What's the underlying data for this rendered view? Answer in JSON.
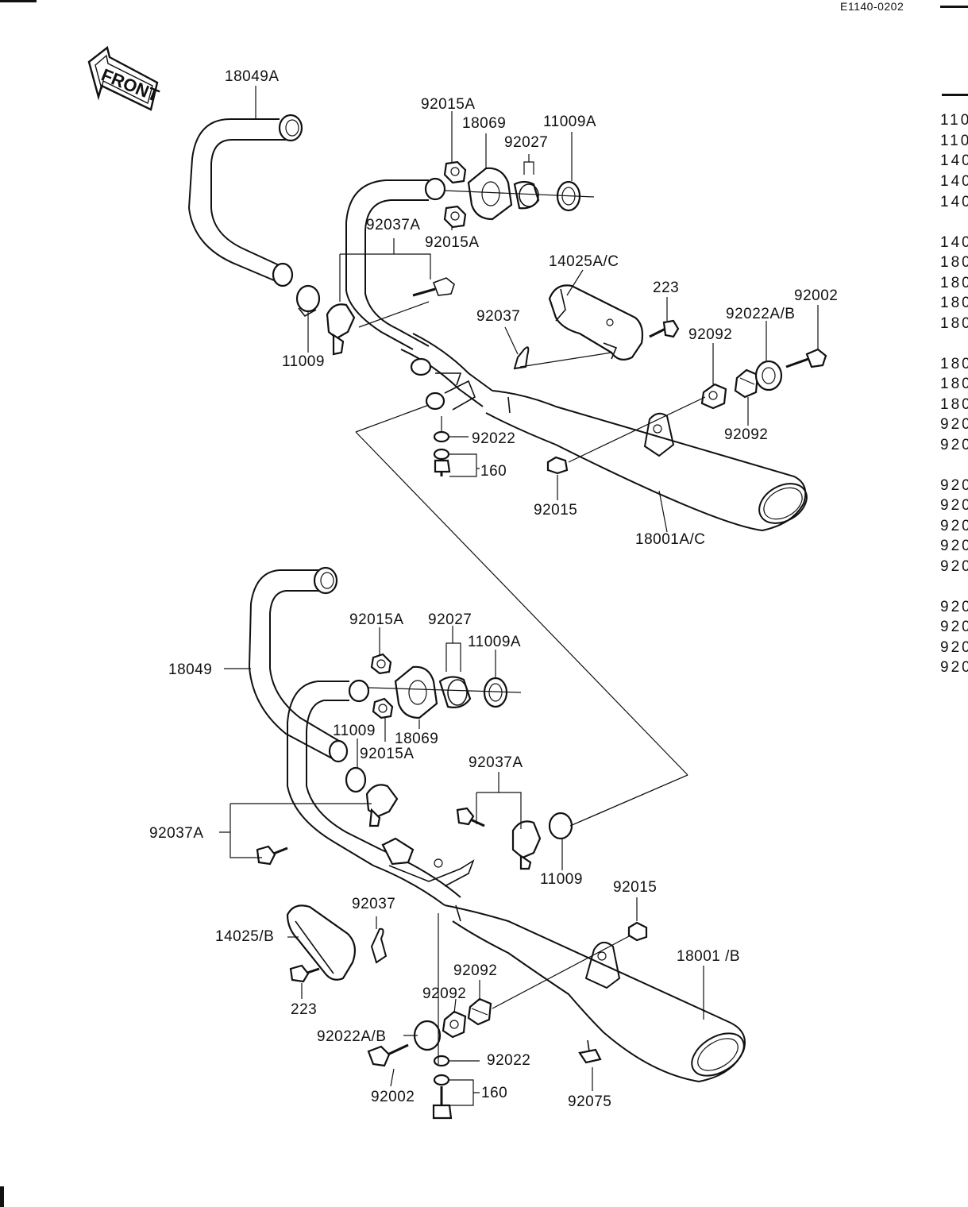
{
  "header": {
    "code": "E1140-0202"
  },
  "front_label": "FRONT",
  "callouts": {
    "top": {
      "c18049A": "18049A",
      "c92015A_1": "92015A",
      "c18069": "18069",
      "c11009A": "11009A",
      "c92027": "92027",
      "c92037A": "92037A",
      "c92015A_2": "92015A",
      "c14025AC": "14025A/C",
      "c223": "223",
      "c92002": "92002",
      "c92037": "92037",
      "c92022AB": "92022A/B",
      "c92092_1": "92092",
      "c11009": "11009",
      "c92092_2": "92092",
      "c92022": "92022",
      "c160": "160",
      "c92015": "92015",
      "c18001AC": "18001A/C"
    },
    "bottom": {
      "c18049": "18049",
      "c92015A_1": "92015A",
      "c92027": "92027",
      "c11009A": "11009A",
      "c11009_1": "11009",
      "c92015A_2": "92015A",
      "c18069": "18069",
      "c92037A_1": "92037A",
      "c92037A_2": "92037A",
      "c11009_2": "11009",
      "c92015": "92015",
      "c92037": "92037",
      "c14025B": "14025/B",
      "c18001B": "18001 /B",
      "c92092_1": "92092",
      "c92092_2": "92092",
      "c223": "223",
      "c92022AB": "92022A/B",
      "c92022": "92022",
      "c92002": "92002",
      "c160": "160",
      "c92075": "92075"
    }
  },
  "side_list": [
    "110",
    "110",
    "140",
    "140",
    "140",
    "140",
    "180",
    "180",
    "180",
    "180",
    "180",
    "180",
    "180",
    "920",
    "920",
    "920",
    "920",
    "920",
    "920",
    "920",
    "920",
    "920",
    "920",
    "920"
  ]
}
